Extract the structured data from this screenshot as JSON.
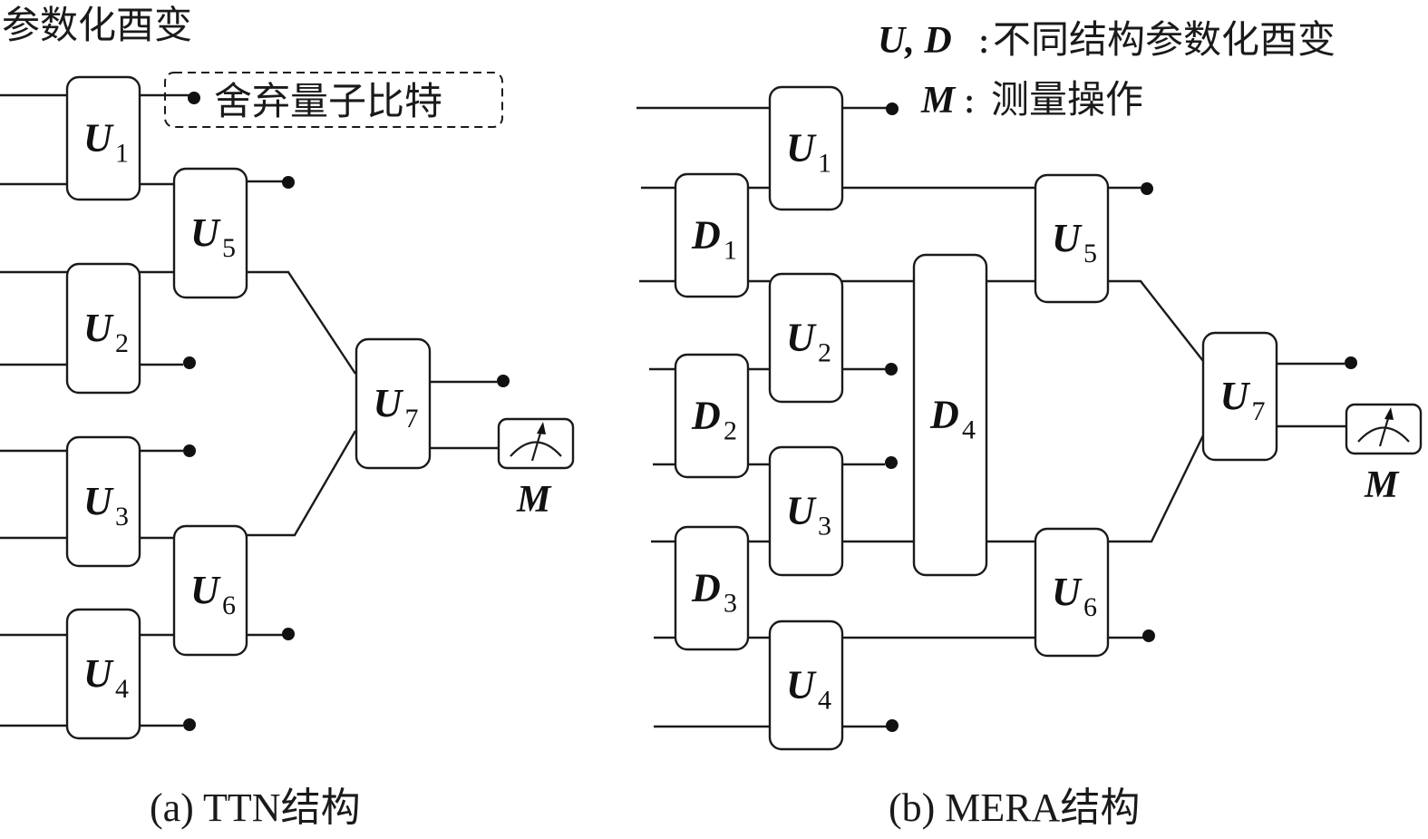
{
  "title_left": "参数化酉变",
  "discard_label": "舍弃量子比特",
  "legend": {
    "line1_symbols": "U, D",
    "line1_text": "不同结构参数化酉变",
    "line2_symbol": "M",
    "line2_text": "测量操作"
  },
  "captions": {
    "a": "(a)  TTN结构",
    "b": "(b)  MERA结构"
  },
  "measure_label": "M",
  "ttn": {
    "gates": [
      {
        "name": "U",
        "sub": "1"
      },
      {
        "name": "U",
        "sub": "2"
      },
      {
        "name": "U",
        "sub": "3"
      },
      {
        "name": "U",
        "sub": "4"
      },
      {
        "name": "U",
        "sub": "5"
      },
      {
        "name": "U",
        "sub": "6"
      },
      {
        "name": "U",
        "sub": "7"
      }
    ]
  },
  "mera": {
    "gates": [
      {
        "name": "U",
        "sub": "1"
      },
      {
        "name": "D",
        "sub": "1"
      },
      {
        "name": "U",
        "sub": "2"
      },
      {
        "name": "D",
        "sub": "2"
      },
      {
        "name": "U",
        "sub": "3"
      },
      {
        "name": "D",
        "sub": "3"
      },
      {
        "name": "U",
        "sub": "4"
      },
      {
        "name": "D",
        "sub": "4"
      },
      {
        "name": "U",
        "sub": "5"
      },
      {
        "name": "U",
        "sub": "6"
      },
      {
        "name": "U",
        "sub": "7"
      }
    ]
  }
}
